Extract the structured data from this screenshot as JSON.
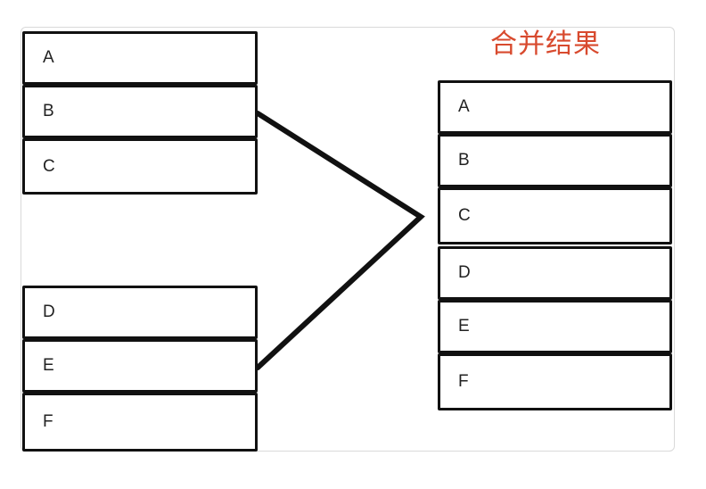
{
  "title": "合并结果",
  "colors": {
    "title": "#d84a2e",
    "stroke": "#111111"
  },
  "left_top_group": [
    "A",
    "B",
    "C"
  ],
  "left_bottom_group": [
    "D",
    "E",
    "F"
  ],
  "result_group": [
    "A",
    "B",
    "C",
    "D",
    "E",
    "F"
  ]
}
